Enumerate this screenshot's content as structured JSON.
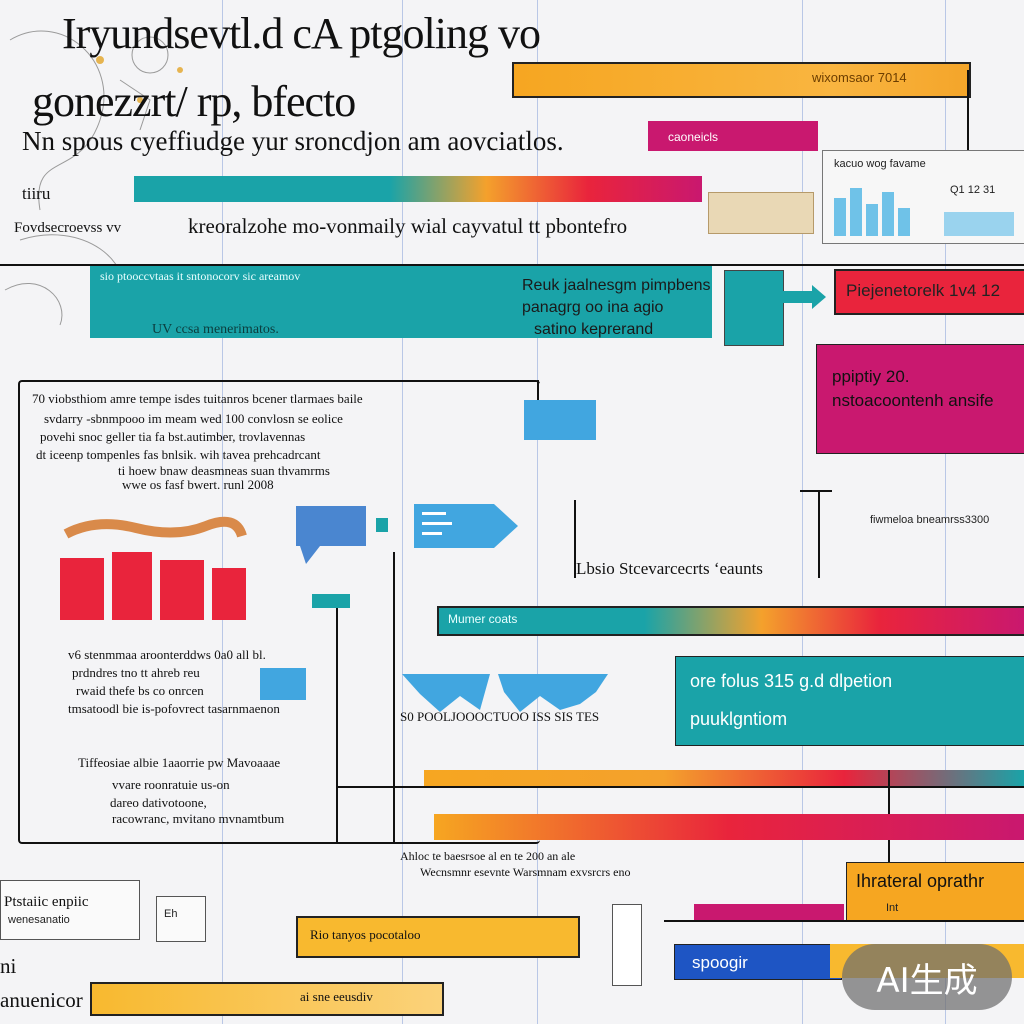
{
  "header": {
    "title_line1": "Iryundsevtl.d cA ptgoling vo",
    "title_line2": "gonezzrt/ rp, bfecto",
    "subtitle": "Nn spous cyeffiudge yur sroncdjon am aovciatlos.",
    "left_label_1": "tiiru",
    "left_label_2": "Fovdsecroevss vv",
    "row_text": "kreoralzohe mo-vonmaily wial cayvatul tt pbontefro"
  },
  "top_bars": {
    "orange_label": "wixomsaor 7014",
    "magenta_chip": "caoneicls",
    "mini_chart_title": "kacuo wog favame",
    "mini_chart_ticks": "Q1  12  31"
  },
  "teal_banner": {
    "header": "sio ptooccvtaas it sntonocorv sic areamov",
    "right_lines": [
      "Reuk jaalnesgm pimpbens",
      "panagrg oo ina agio",
      "satino keprerand"
    ],
    "bottom": "UV ccsa menerimatos."
  },
  "callouts": {
    "red": "Piejenetorelk 1v4 12",
    "magenta_lines": [
      "ppiptiy 20.",
      "nstoacoontenh ansife"
    ]
  },
  "left_panel": {
    "lines": [
      "70 viobsthiom amre tempe isdes tuitanros bcener tlarmaes baile",
      "svdarry -sbnmpooo im meam wed 100 convlosn se eolice",
      "povehi snoc geller tia fa bst.autimber, trovlavennas",
      "dt iceenp tompenles fas bnlsik. wih tavea prehcadrcant",
      "ti hoew bnaw deasmneas suan thvamrms",
      "wwe os fasf bwert. runl 2008"
    ],
    "mid_lines": [
      "v6 stenmmaa aroonterddws 0a0 all bl.",
      "prdndres tno tt ahreb reu",
      "rwaid thefe bs co onrcen",
      "tmsatoodl bie is-pofovrect tasarnmaenon"
    ],
    "lower_lines": [
      "Tiffeosiae albie 1aaorrie pw Mavoaaae",
      "vvare roonratuie us-on",
      "dareo dativotoone,",
      "racowranc, mvitano mvnamtbum"
    ]
  },
  "center": {
    "chart_caption": "S0 POOLJOOOCTUOO ISS SIS TES",
    "right_caption": "Lbsio Stcevarcecrts ‘eaunts",
    "tag_right": "fiwmeloa bneamrss3300",
    "gradient_label": "Mumer coats"
  },
  "teal_box2": {
    "lines": [
      "ore folus 315 g.d dlpetion",
      "puuklgntiom"
    ]
  },
  "bottom": {
    "row_a": "Ahloc te baesrsoe al en te 200 an ale",
    "row_b": "Wecnsmnr esevnte Warsmnam exvsrcrs eno",
    "orange_box": "Ihrateral oprathr",
    "orange_box_sub": "Int",
    "gold_label": "Rio tanyos pocotaloo",
    "blue_label": "spoogir",
    "left_label": "Ptstaiic enpiic",
    "left_sub": "wenesanatio",
    "corner_1": "ni",
    "corner_2": "anuenicor",
    "tiny_1": "Eh",
    "tiny_2": "ai sne eeusdiv"
  },
  "badge": "AI生成",
  "colors": {
    "teal": "#1aa3a8",
    "magenta": "#c9186f",
    "red": "#e9243c",
    "orange": "#f6a621",
    "light_blue": "#41a6e0",
    "gold": "#f8b92f"
  }
}
